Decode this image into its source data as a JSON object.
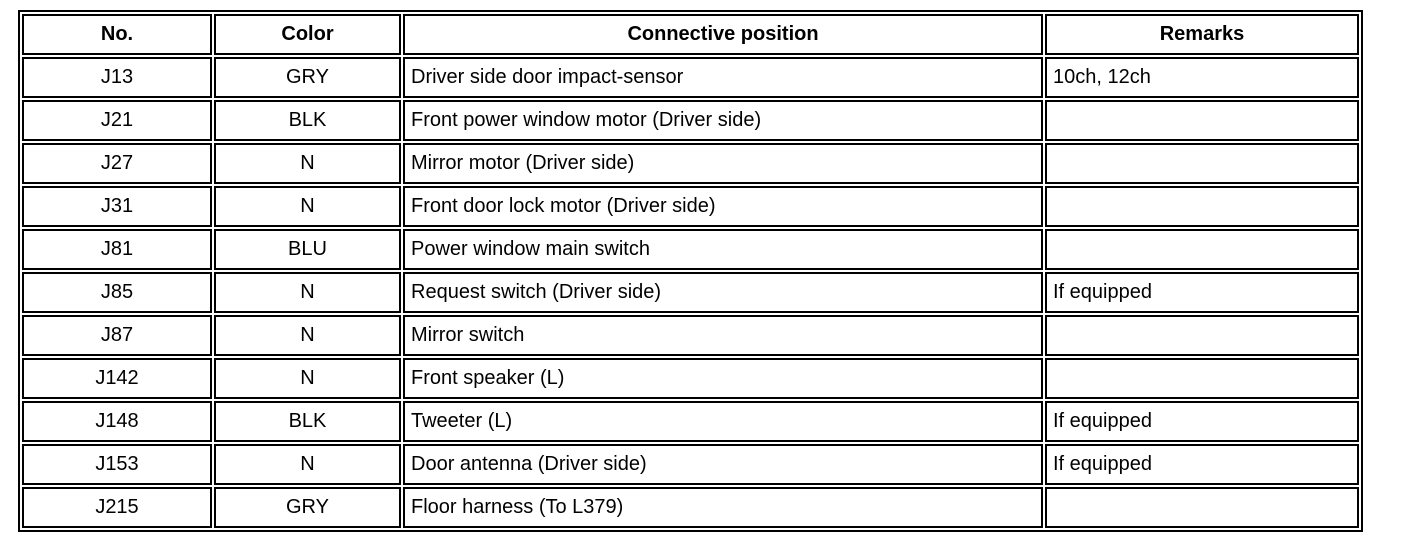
{
  "table": {
    "title": "connector-list",
    "headers": [
      "No.",
      "Color",
      "Connective position",
      "Remarks"
    ],
    "column_keys": [
      "no",
      "color",
      "position",
      "remarks"
    ],
    "rows": [
      [
        "J13",
        "GRY",
        "Driver side door impact-sensor",
        "10ch, 12ch"
      ],
      [
        "J21",
        "BLK",
        "Front power window motor (Driver side)",
        ""
      ],
      [
        "J27",
        "N",
        "Mirror motor (Driver side)",
        ""
      ],
      [
        "J31",
        "N",
        "Front door lock motor (Driver side)",
        ""
      ],
      [
        "J81",
        "BLU",
        "Power window main switch",
        ""
      ],
      [
        "J85",
        "N",
        "Request switch (Driver side)",
        "If equipped"
      ],
      [
        "J87",
        "N",
        "Mirror switch",
        ""
      ],
      [
        "J142",
        "N",
        "Front speaker (L)",
        ""
      ],
      [
        "J148",
        "BLK",
        "Tweeter (L)",
        "If equipped"
      ],
      [
        "J153",
        "N",
        "Door antenna (Driver side)",
        "If equipped"
      ],
      [
        "J215",
        "GRY",
        "Floor harness (To L379)",
        ""
      ]
    ],
    "colors": {
      "border": "#000000",
      "background": "#ffffff",
      "text": "#000000"
    }
  }
}
